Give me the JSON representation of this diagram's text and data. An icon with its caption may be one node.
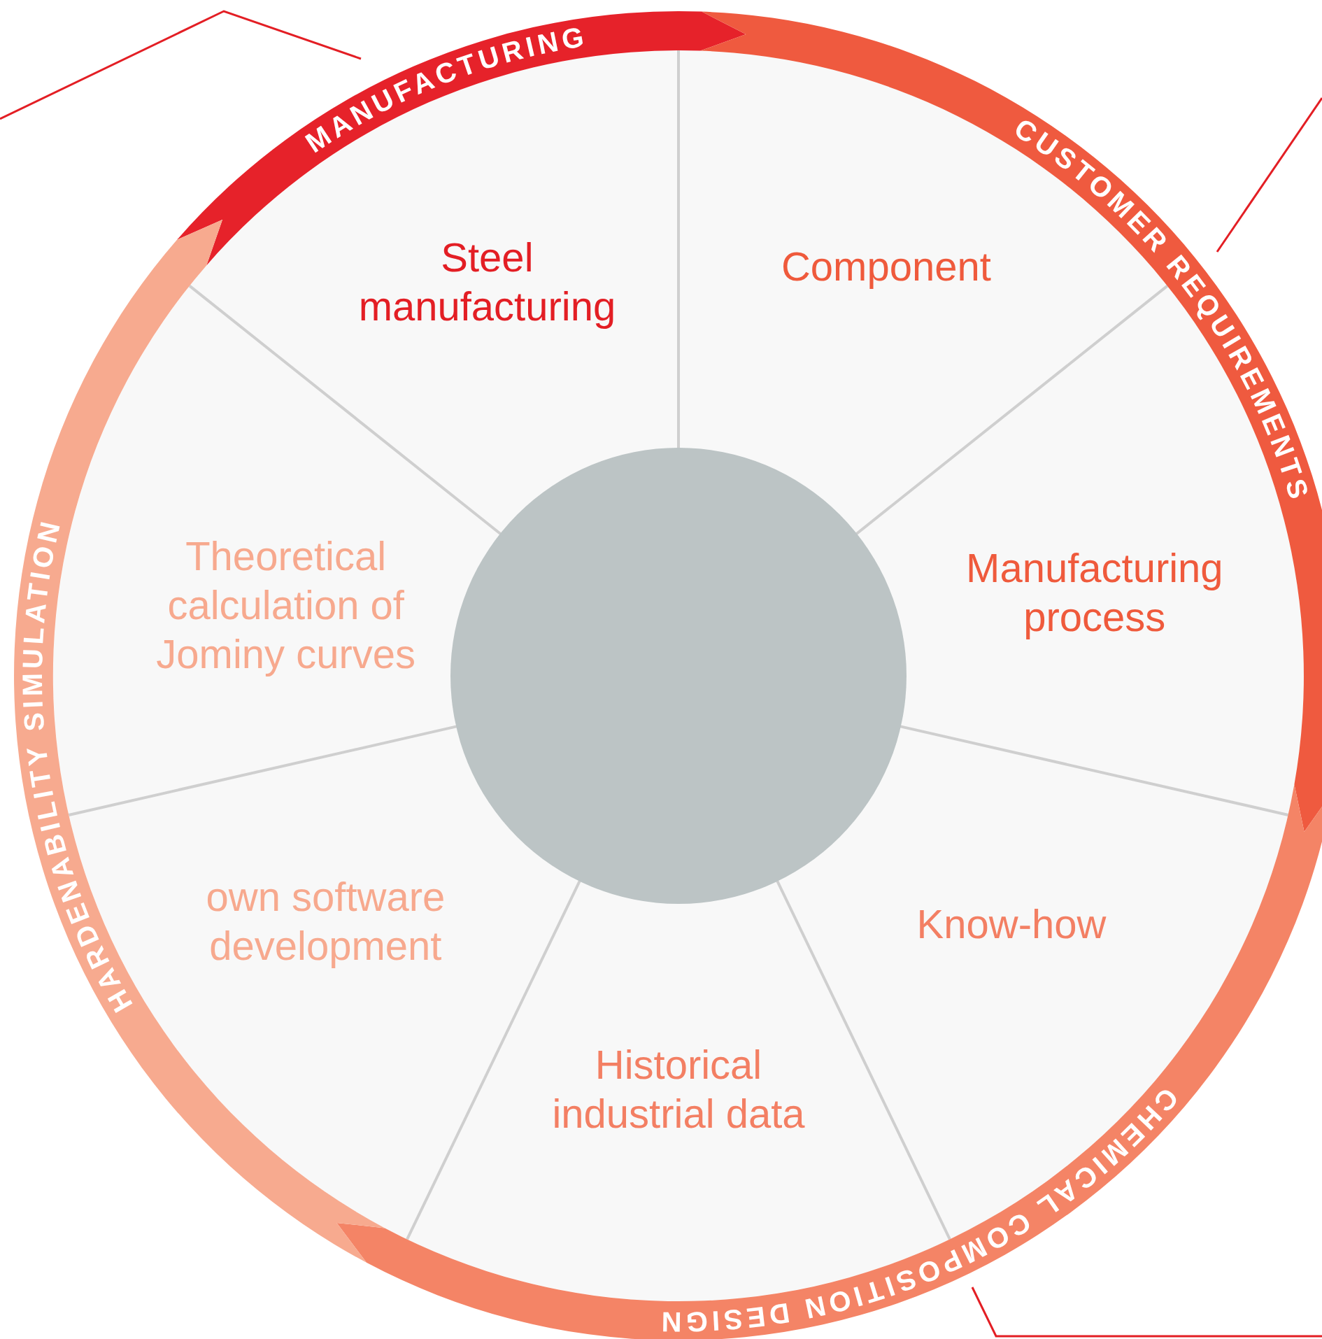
{
  "diagram": {
    "nodes": [
      {
        "text": [
          "MANUFACTURING"
        ]
      },
      {
        "text": [
          "CUSTOMER REQUIREMENTS"
        ]
      },
      {
        "text": [
          "CHEMICAL COMPOSITION DESIGN"
        ]
      },
      {
        "text": [
          "HARDENABILITY SIMULATION"
        ]
      },
      {
        "text": [],
        "shape": "circle"
      },
      {
        "text": [
          "Steel manufacturing"
        ]
      },
      {
        "text": [
          "Component"
        ]
      },
      {
        "text": [
          "Manufacturing process"
        ]
      },
      {
        "text": [
          "Know-how"
        ]
      },
      {
        "text": [
          "Historical industrial data"
        ]
      },
      {
        "text": [
          "own software development"
        ]
      },
      {
        "text": [
          "Theoretical calculation of Jominy curves"
        ]
      }
    ]
  }
}
